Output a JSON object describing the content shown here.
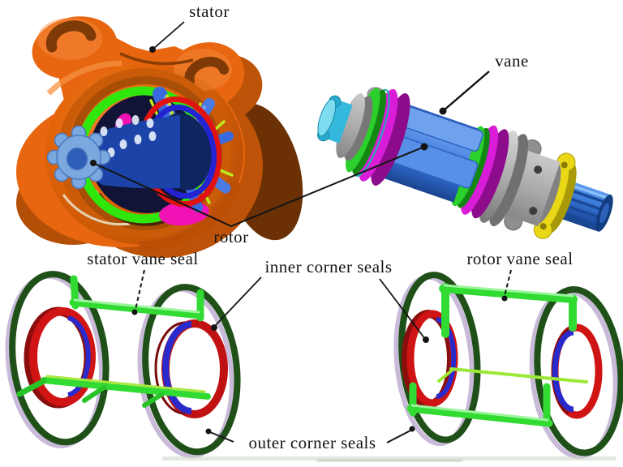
{
  "figure": {
    "type": "cad-parts-diagram",
    "description": "Exploded CAD views of rotary vane actuator: stator housing, rotor with vanes, and seal cages",
    "background": "#ffffff"
  },
  "labels": {
    "stator": "stator",
    "vane": "vane",
    "rotor": "rotor",
    "stator_vane_seal": "stator vane seal",
    "inner_corner_seals": "inner corner seals",
    "rotor_vane_seal": "rotor vane seal",
    "outer_corner_seals": "outer corner seals"
  },
  "colors": {
    "stator_body": "#e8660f",
    "rotor_body_blue": "#4a82e0",
    "vane_seal_green": "#32db32",
    "inner_seal_red": "#d01414",
    "inner_seal_blue": "#2a2acc",
    "outer_seal_green": "#1e5018",
    "outer_seal_silver": "#c8bad8",
    "magenta_ring": "#d81cd8",
    "green_ring": "#2bd02b",
    "yellow_flange": "#ead816",
    "cyan_cap": "#34b8dc",
    "leader_line": "#141414"
  }
}
